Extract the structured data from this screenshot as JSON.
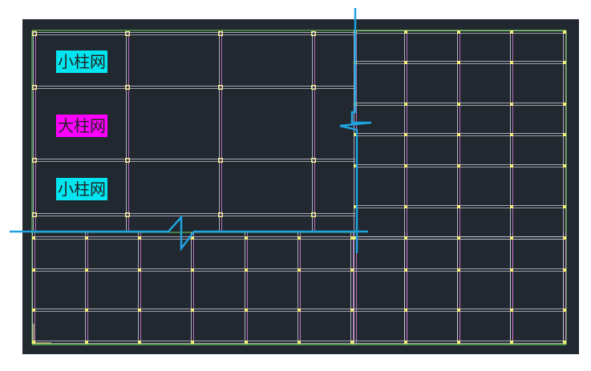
{
  "drawing": {
    "background": "#212830",
    "line_colors": {
      "boundary": "#6fd35a",
      "axis_pair_a": "#d9d0e8",
      "axis_pair_b": "#e080e0",
      "axis_pair_c": "#c7c7c7",
      "column_node": "#f3ef7a",
      "break_line": "#1fa3e0"
    },
    "labels": [
      {
        "text": "小柱网",
        "color": "#00e5f0"
      },
      {
        "text": "大柱网",
        "color": "#ff00ff"
      },
      {
        "text": "小柱网",
        "color": "#00e5f0"
      }
    ]
  }
}
